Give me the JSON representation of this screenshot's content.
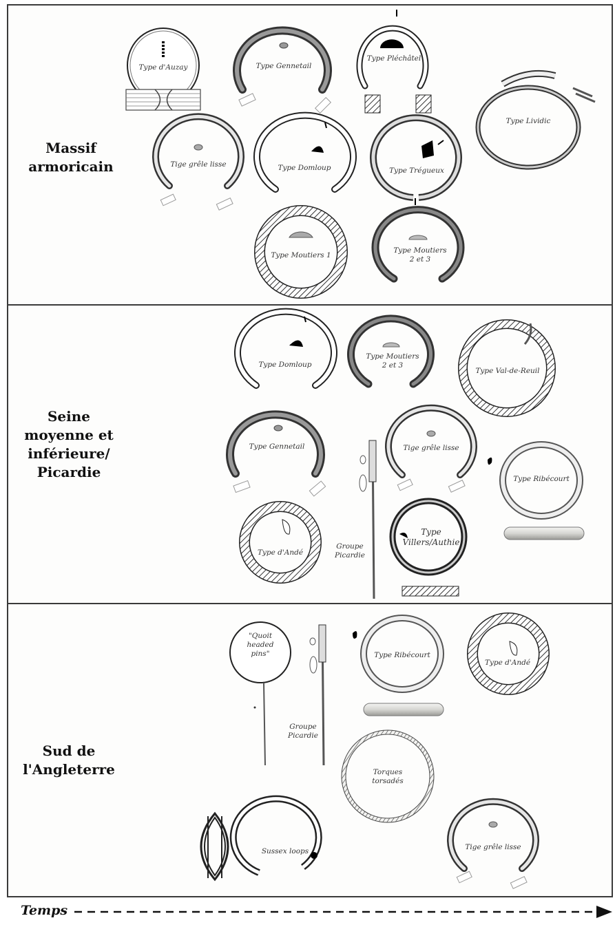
{
  "regions": {
    "armorican": [
      "Massif",
      "armoricain"
    ],
    "seine": [
      "Seine",
      "moyenne et",
      "inférieure/",
      "Picardie"
    ],
    "england": [
      "Sud de",
      "l'Angleterre"
    ]
  },
  "types": {
    "auzay": "Type d'Auzay",
    "gennetail_1": "Type Gennetail",
    "plechatel": "Type Pléchâtel",
    "lividic": "Type Lividic",
    "tige_1": "Tige grêle lisse",
    "domloup_1": "Type Domloup",
    "tregueux": "Type Trégueux",
    "moutiers1": "Type Moutiers 1",
    "moutiers23_1": [
      "Type Moutiers",
      "2 et 3"
    ],
    "domloup_2": "Type Domloup",
    "moutiers23_2": [
      "Type Moutiers",
      "2 et 3"
    ],
    "val_de_reuil": "Type Val-de-Reuil",
    "gennetail_2": "Type Gennetail",
    "tige_2": "Tige grêle lisse",
    "ribecourt_1": "Type Ribécourt",
    "ande_1": "Type d'Andé",
    "groupe_picardie_1": [
      "Groupe",
      "Picardie"
    ],
    "villers": [
      "Type",
      "Villers/Authie"
    ],
    "quoit": [
      "\"Quoit",
      "headed",
      "pins\""
    ],
    "ribecourt_2": "Type Ribécourt",
    "ande_2": "Type d'Andé",
    "groupe_picardie_2": [
      "Groupe",
      "Picardie"
    ],
    "torques": [
      "Torques",
      "torsadés"
    ],
    "sussex": "Sussex loops",
    "tige_3": "Tige grêle lisse"
  },
  "timeline": {
    "label": "Temps"
  }
}
